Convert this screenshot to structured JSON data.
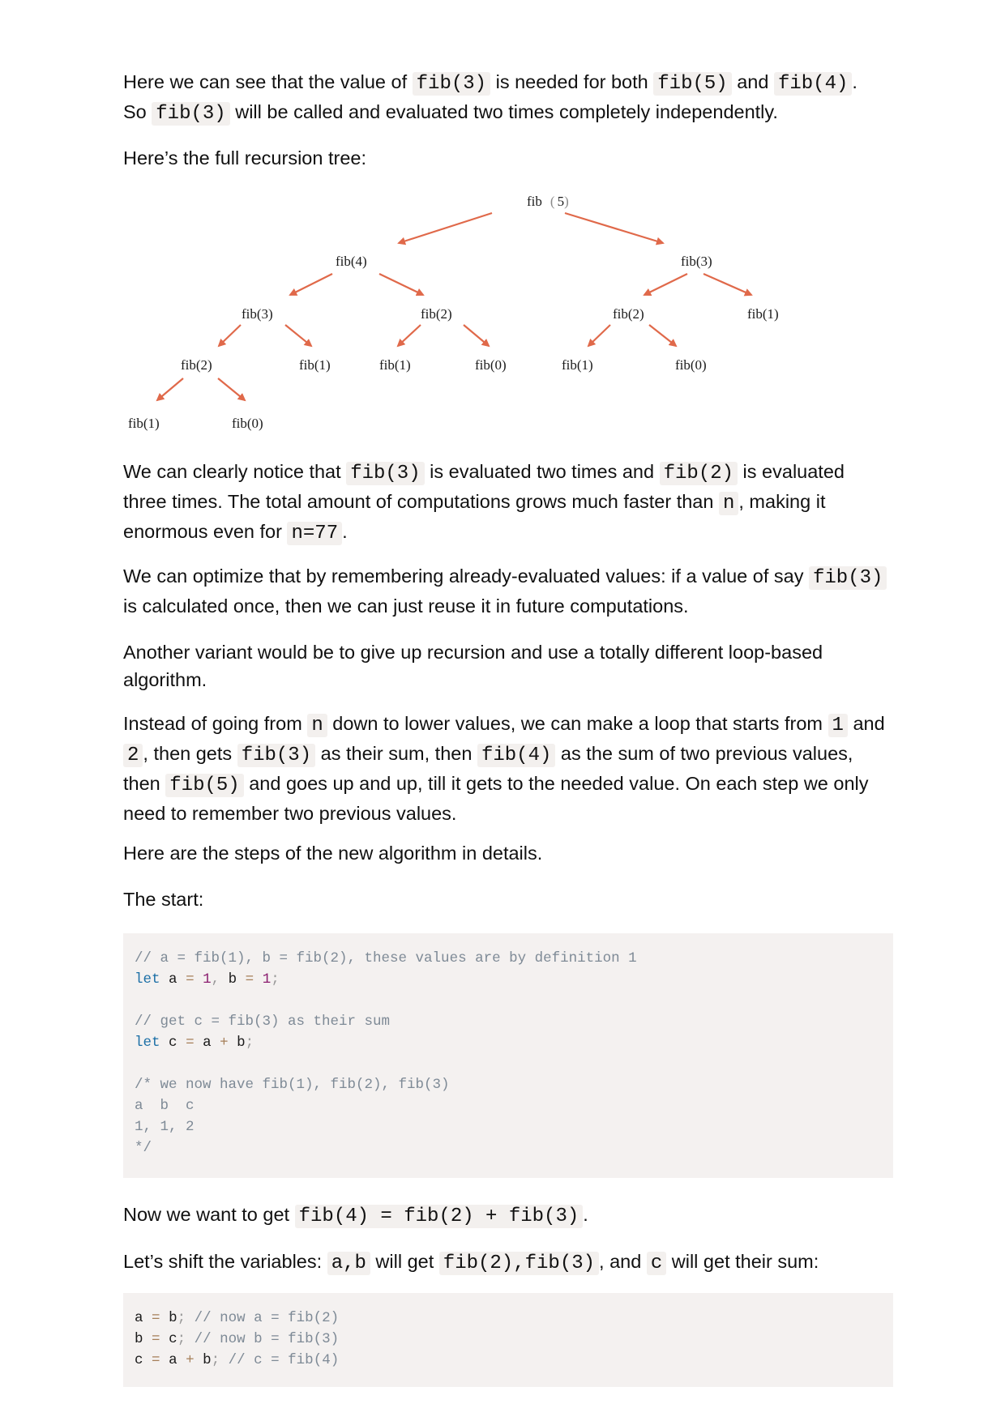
{
  "paragraphs": {
    "p1": {
      "t1": "Here we can see that the value of ",
      "c1": "fib(3)",
      "t2": " is needed for both ",
      "c2": "fib(5)",
      "t3": " and ",
      "c3": "fib(4)",
      "t4": ".",
      "t5": "So ",
      "c4": "fib(3)",
      "t6": " will be called and evaluated two times completely independently."
    },
    "p2": {
      "t1": "Here’s the full recursion tree:"
    },
    "p3": {
      "t1": "We can clearly notice that ",
      "c1": "fib(3)",
      "t2": " is evaluated two times and ",
      "c2": "fib(2)",
      "t3": " is evaluated three times. The total amount of computations grows much faster than ",
      "c3": "n",
      "t4": ", making it enormous even for ",
      "c4": "n=77",
      "t5": "."
    },
    "p4": {
      "t1": "We can optimize that by remembering already-evaluated values: if a value of say ",
      "c1": "fib(3)",
      "t2": " is calculated once, then we can just reuse it in future computations."
    },
    "p5": {
      "t1": "Another variant would be to give up recursion and use a totally different loop-based algorithm."
    },
    "p6": {
      "t1": "Instead of going from ",
      "c1": "n",
      "t2": " down to lower values, we can make a loop that starts from ",
      "c2": "1",
      "t3": " and ",
      "c3": "2",
      "t4": ", then gets ",
      "c4": "fib(3)",
      "t5": " as their sum, then ",
      "c5": "fib(4)",
      "t6": " as the sum of two previous values, then ",
      "c6": "fib(5)",
      "t7": " and goes up and up, till it gets to the needed value. On each step we only need to remember two previous values."
    },
    "p7": {
      "t1": "Here are the steps of the new algorithm in details."
    },
    "p8": {
      "t1": "The start:"
    },
    "p9": {
      "t1": "Now we want to get ",
      "c1": "fib(4) = fib(2) + fib(3)",
      "t2": "."
    },
    "p10": {
      "t1": "Let’s shift the variables: ",
      "c1": "a,b",
      "t2": " will get ",
      "c2": "fib(2),fib(3)",
      "t3": ", and ",
      "c3": "c",
      "t4": " will get their sum:"
    }
  },
  "tree": {
    "root": {
      "fn": "fib",
      "open": "(",
      "arg": "5",
      "close": ")"
    },
    "nodes": [
      "fib(4)",
      "fib(3)",
      "fib(3)",
      "fib(2)",
      "fib(2)",
      "fib(1)",
      "fib(2)",
      "fib(1)",
      "fib(1)",
      "fib(0)",
      "fib(1)",
      "fib(0)",
      "fib(1)",
      "fib(0)"
    ],
    "arrow_color": "#e0694a"
  },
  "code1": {
    "comment1": "// a = fib(1), b = fib(2), these values are by definition 1",
    "kw1": "let",
    "v_a": "a",
    "eq1": "=",
    "one1": "1",
    "comma1": ",",
    "v_b": "b",
    "eq2": "=",
    "one2": "1",
    "semi1": ";",
    "comment2": "// get c = fib(3) as their sum",
    "kw2": "let",
    "v_c": "c",
    "eq3": "=",
    "v_a2": "a",
    "plus1": "+",
    "v_b2": "b",
    "semi2": ";",
    "comment3_l1": "/* we now have fib(1), fib(2), fib(3)",
    "comment3_l2": "a  b  c",
    "comment3_l3": "1, 1, 2",
    "comment3_l4": "*/"
  },
  "code2": {
    "l1_var": "a",
    "l1_eq": "=",
    "l1_val": "b",
    "l1_semi": ";",
    "l1_comment": "// now a = fib(2)",
    "l2_var": "b",
    "l2_eq": "=",
    "l2_val": "c",
    "l2_semi": ";",
    "l2_comment": "// now b = fib(3)",
    "l3_var": "c",
    "l3_eq": "=",
    "l3_a": "a",
    "l3_plus": "+",
    "l3_b": "b",
    "l3_semi": ";",
    "l3_comment": "// c = fib(4)"
  }
}
